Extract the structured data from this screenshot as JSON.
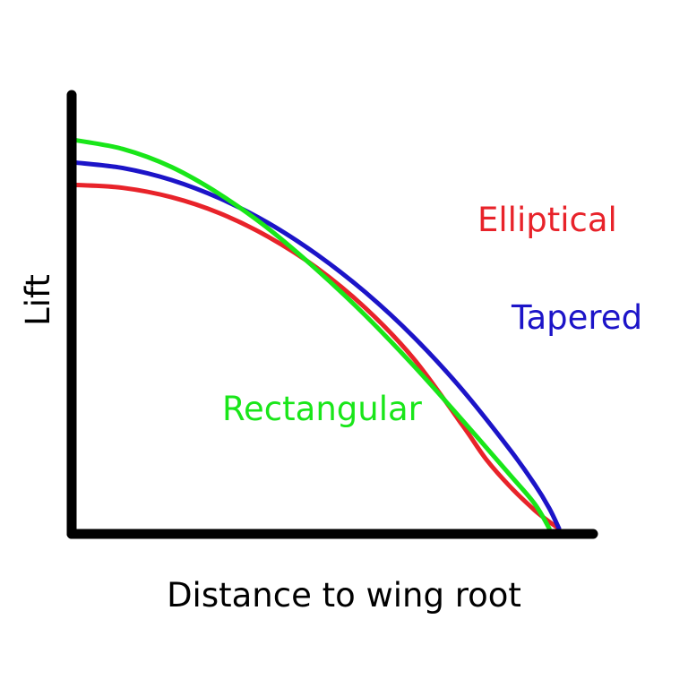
{
  "chart_data": {
    "type": "line",
    "title": "",
    "xlabel": "Distance to wing root",
    "ylabel": "Lift",
    "xlim": [
      0,
      1
    ],
    "ylim": [
      0,
      1
    ],
    "grid": false,
    "legend": "inline labels",
    "axis_tick_labels": "none",
    "series": [
      {
        "name": "Elliptical",
        "color": "#e8232a",
        "x": [
          0,
          0.1,
          0.2,
          0.3,
          0.4,
          0.5,
          0.6,
          0.7,
          0.8,
          0.85,
          0.9,
          0.95,
          0.98,
          1.0
        ],
        "y": [
          0.92,
          0.912,
          0.887,
          0.844,
          0.781,
          0.698,
          0.591,
          0.455,
          0.278,
          0.185,
          0.111,
          0.049,
          0.018,
          0.0
        ]
      },
      {
        "name": "Tapered",
        "color": "#1c14c8",
        "x": [
          0,
          0.1,
          0.2,
          0.3,
          0.4,
          0.5,
          0.6,
          0.7,
          0.8,
          0.9,
          0.95,
          0.98,
          1.0
        ],
        "y": [
          0.98,
          0.965,
          0.933,
          0.884,
          0.818,
          0.734,
          0.633,
          0.513,
          0.372,
          0.209,
          0.118,
          0.054,
          0.0
        ]
      },
      {
        "name": "Rectangular",
        "color": "#19e619",
        "x": [
          0,
          0.1,
          0.2,
          0.3,
          0.4,
          0.5,
          0.6,
          0.7,
          0.8,
          0.9,
          0.95,
          0.98
        ],
        "y": [
          1.04,
          1.016,
          0.968,
          0.895,
          0.803,
          0.693,
          0.571,
          0.436,
          0.291,
          0.142,
          0.066,
          0.0
        ]
      }
    ]
  }
}
